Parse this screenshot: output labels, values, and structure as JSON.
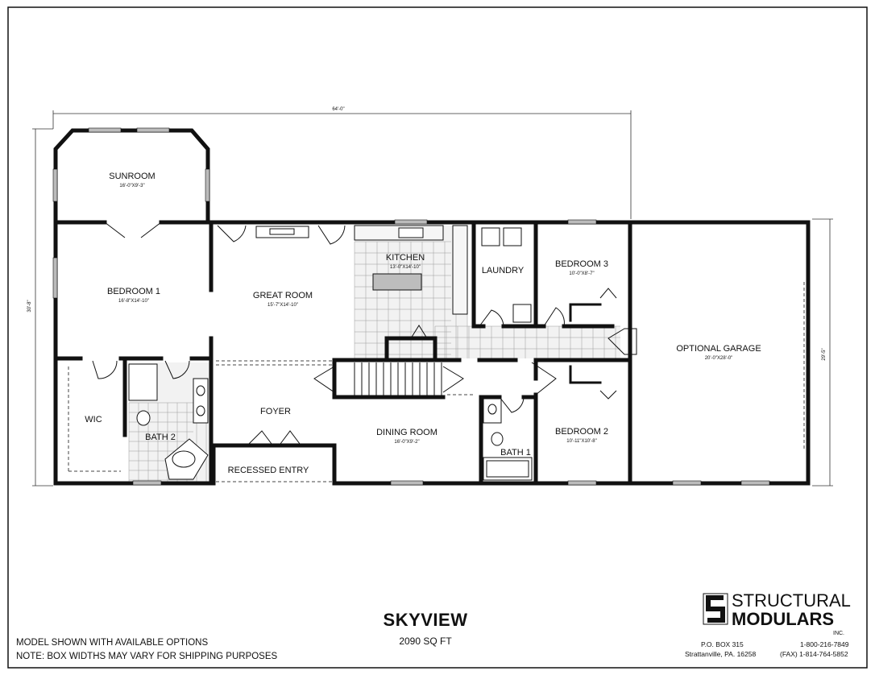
{
  "plan": {
    "name": "SKYVIEW",
    "area": "2090 SQ FT",
    "overall_width": "64'-0\"",
    "overall_depth_left": "30'-8\"",
    "overall_depth_right": "29'-5\""
  },
  "rooms": {
    "sunroom": {
      "name": "SUNROOM",
      "size": "16'-0\"X9'-3\""
    },
    "bedroom1": {
      "name": "BEDROOM 1",
      "size": "16'-8\"X14'-10\""
    },
    "great_room": {
      "name": "GREAT ROOM",
      "size": "15'-7\"X14'-10\""
    },
    "kitchen": {
      "name": "KITCHEN",
      "size": "13'-0\"X14'-10\""
    },
    "laundry": {
      "name": "LAUNDRY"
    },
    "bedroom3": {
      "name": "BEDROOM 3",
      "size": "10'-0\"X8'-7\""
    },
    "garage": {
      "name": "OPTIONAL GARAGE",
      "size": "20'-0\"X28'-0\""
    },
    "wic": {
      "name": "WIC"
    },
    "bath2": {
      "name": "BATH 2"
    },
    "foyer": {
      "name": "FOYER"
    },
    "recessed_entry": {
      "name": "RECESSED ENTRY"
    },
    "dining_room": {
      "name": "DINING ROOM",
      "size": "16'-0\"X9'-2\""
    },
    "bath1": {
      "name": "BATH 1"
    },
    "bedroom2": {
      "name": "BEDROOM 2",
      "size": "10'-11\"X10'-8\""
    }
  },
  "notes": {
    "line1": "MODEL SHOWN WITH AVAILABLE OPTIONS",
    "line2": "NOTE: BOX WIDTHS MAY VARY FOR SHIPPING PURPOSES"
  },
  "company": {
    "name_line1": "STRUCTURAL",
    "name_line2": "MODULARS",
    "suffix": "INC.",
    "po_box": "P.O. BOX 315",
    "city": "Strattanville, PA.  16258",
    "phone": "1-800-216-7849",
    "fax": "(FAX) 1-814-764-5852"
  }
}
